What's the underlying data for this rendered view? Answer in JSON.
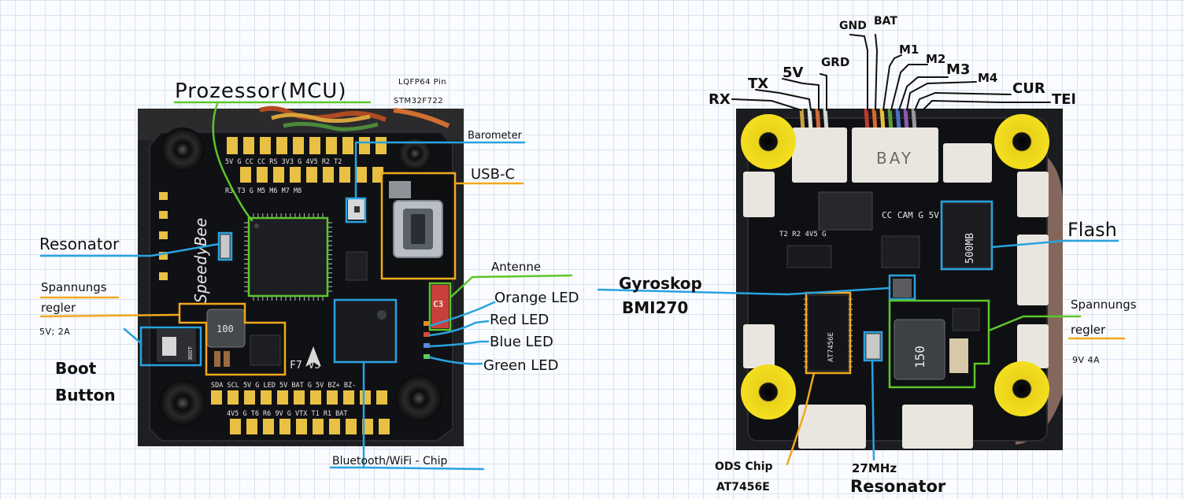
{
  "colors": {
    "green": "#5cc72a",
    "blue": "#29a3e0",
    "orange": "#f2a81d",
    "pcb": "#15171a",
    "pad": "#e8c044",
    "mount": "#f2dc1a"
  },
  "left_board": {
    "silk_brand": "SpeedyBee",
    "silk_model": "F7  V3",
    "silk_boot": "BOOT",
    "silk_inductor": "100",
    "silk_c3": "C3",
    "silk_top_pads": "5V G CC CC RS 3V3 G 4V5 R2 T2",
    "silk_top_pads_2": "R3 T3 G M5 M6 M7 M8",
    "silk_bottom_pads": "SDA SCL 5V G LED 5V BAT G 5V BZ+ BZ-",
    "silk_bottom_pads_2": "4V5 G T6 R6 9V G VTX T1 R1 BAT",
    "labels": {
      "processor": "Prozessor(MCU)",
      "processor_note_1": "LQFP64 Pin",
      "processor_note_2": "STM32F722",
      "barometer": "Barometer",
      "usb": "USB-C",
      "resonator": "Resonator",
      "regulator_1": "Spannungs",
      "regulator_2": "regler",
      "regulator_spec": "5V; 2A",
      "boot_1": "Boot",
      "boot_2": "Button",
      "antenna": "Antenne",
      "orange_led": "Orange LED",
      "red_led": "Red LED",
      "blue_led": "Blue LED",
      "green_led": "Green LED",
      "bt_wifi": "Bluetooth/WiFi - Chip"
    }
  },
  "right_board": {
    "silk_bay": "BAY",
    "silk_cam": "CC CAM G 5V",
    "silk_uart": "T2 R2 4V5 G",
    "silk_flash": "500MB",
    "silk_inductor": "150",
    "silk_ods": "AT7456E",
    "labels": {
      "pins": [
        "RX",
        "TX",
        "5V",
        "GRD",
        "GND",
        "BAT",
        "M1",
        "M2",
        "M3",
        "M4",
        "CUR",
        "TEl"
      ],
      "flash": "Flash",
      "gyro_1": "Gyroskop",
      "gyro_2": "BMI270",
      "regulator_1": "Spannungs",
      "regulator_2": "regler",
      "regulator_spec": "9V 4A",
      "ods_1": "ODS Chip",
      "ods_2": "AT7456E",
      "res_1": "27MHz",
      "res_2": "Resonator"
    }
  }
}
